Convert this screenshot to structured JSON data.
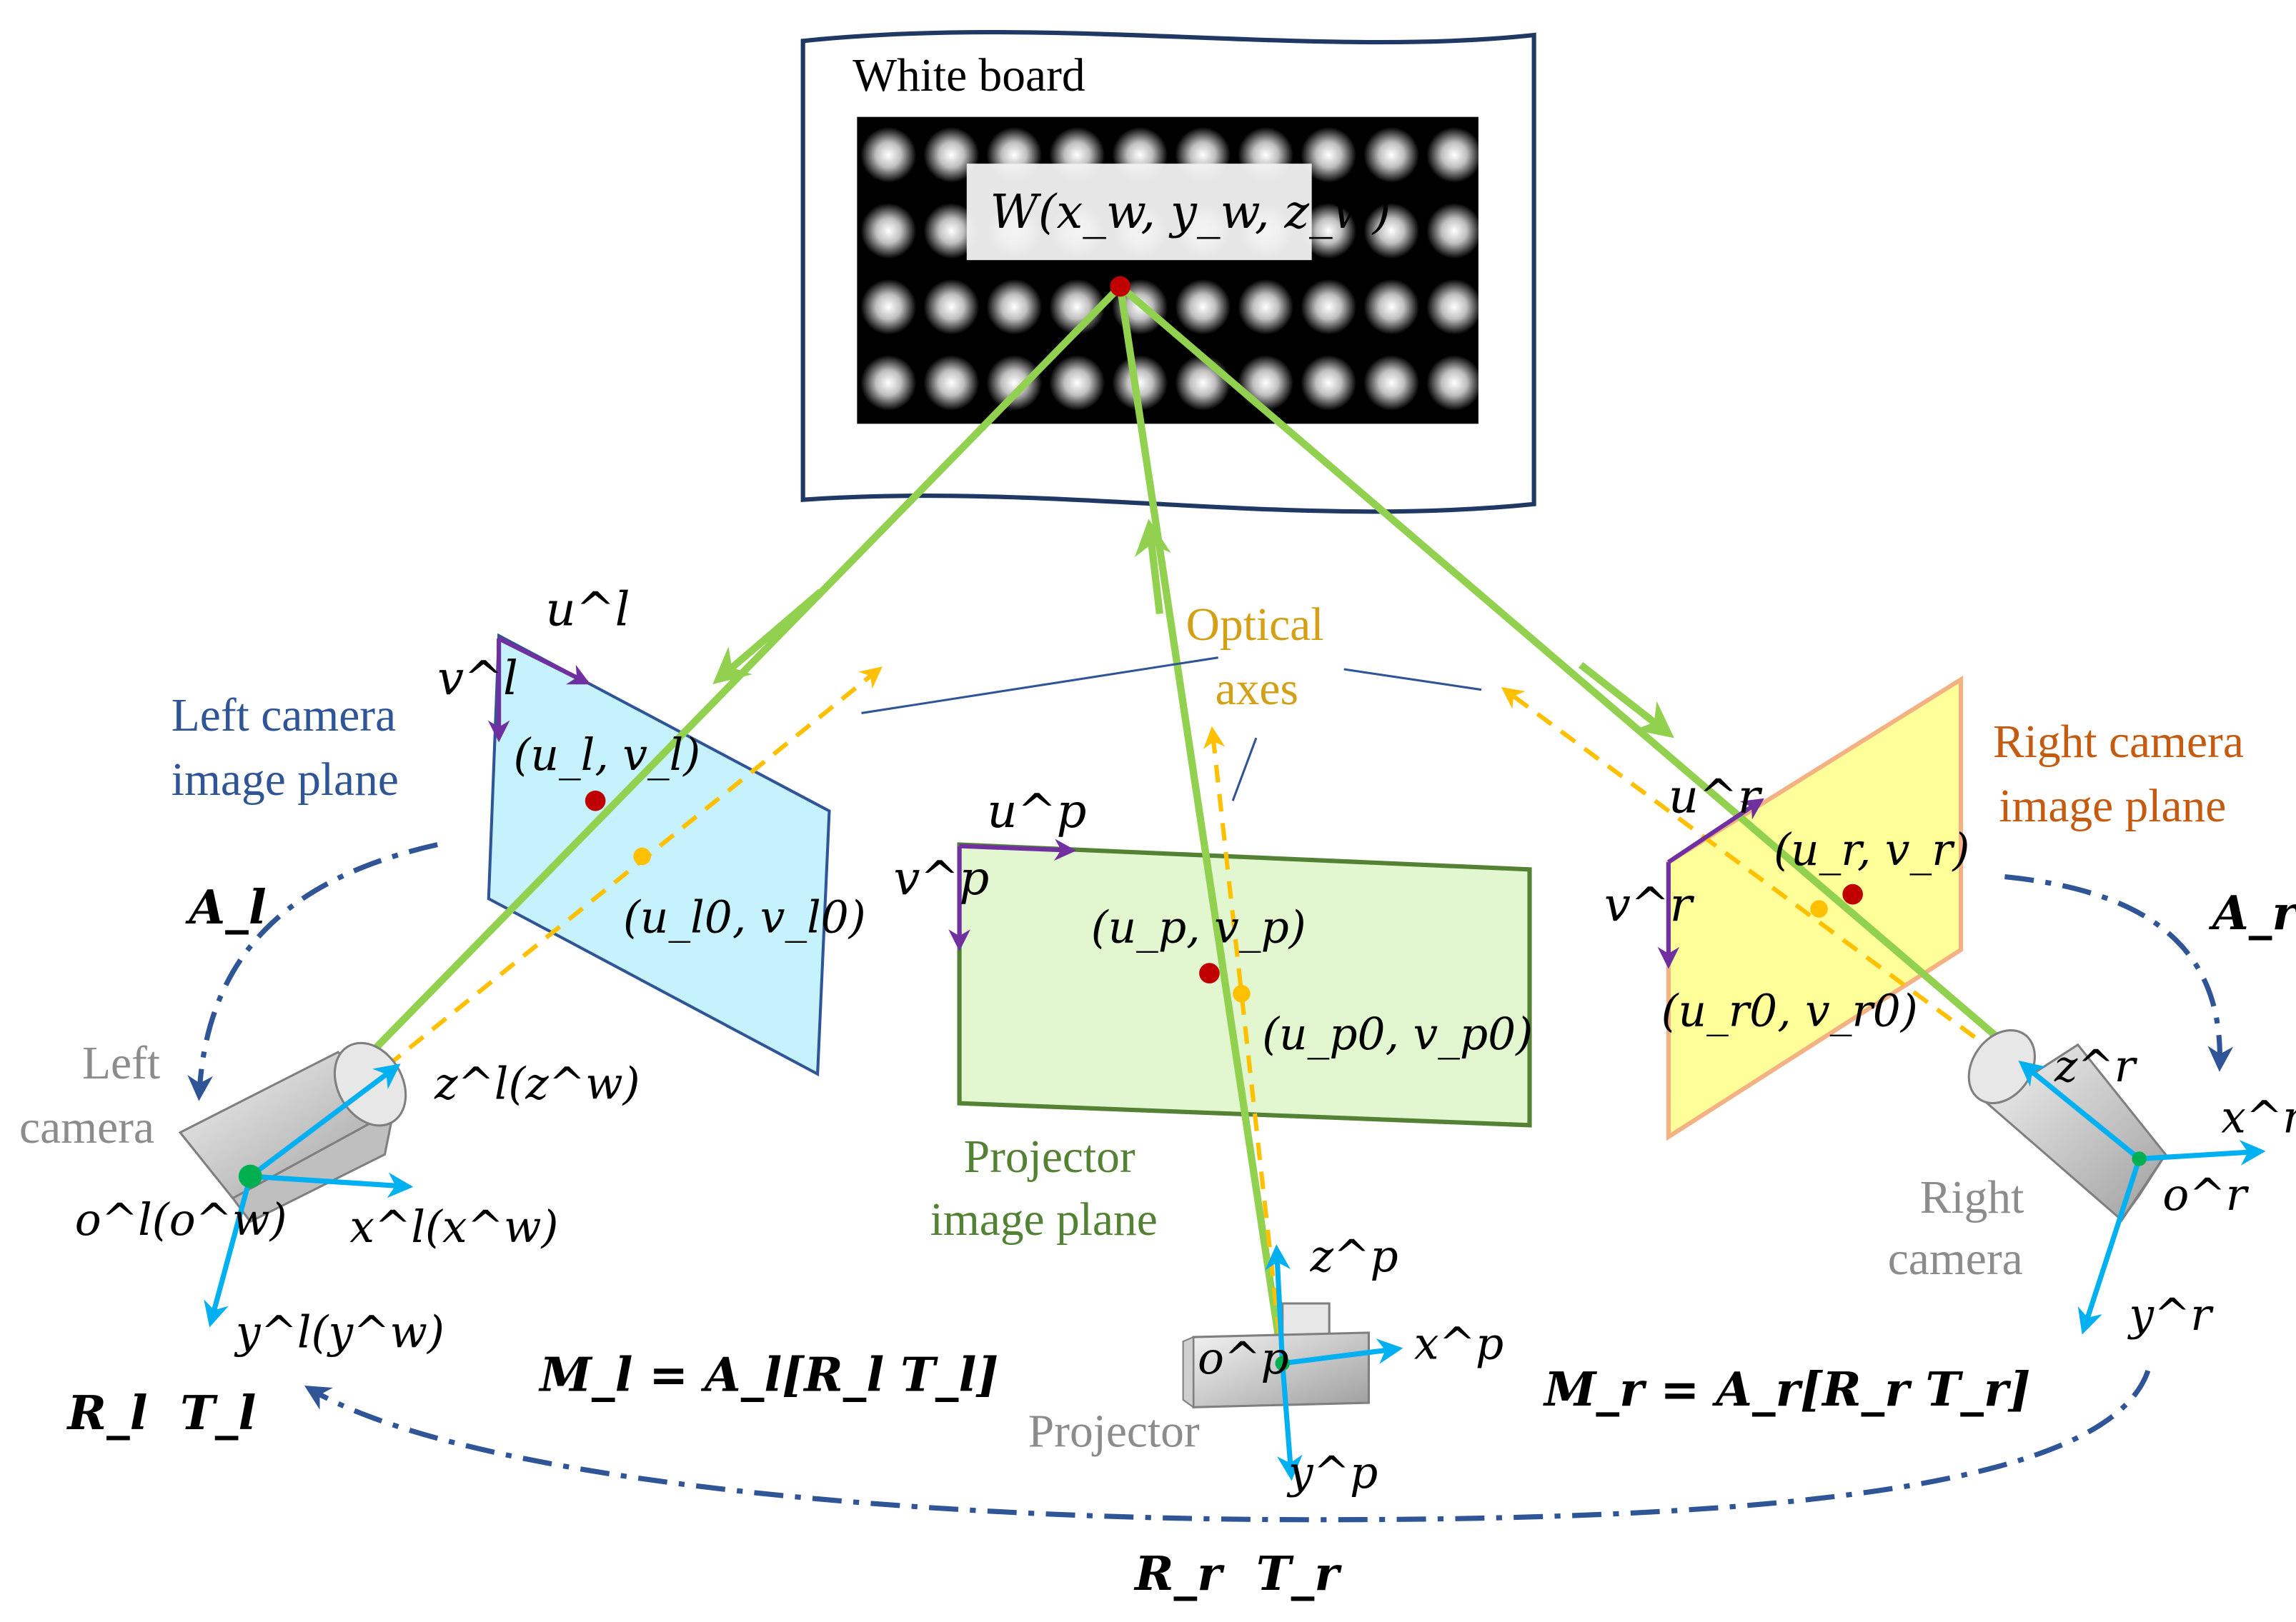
{
  "colors": {
    "ray": "#92d050",
    "optical_axis": "#ffc000",
    "coord_axis": "#00b0f0",
    "uv_axis": "#7030a0",
    "transform_arc": "#2f5597",
    "point_red": "#c00000",
    "point_yellow": "#ffc000",
    "point_green": "#00b050",
    "left_plane_fill": "#c5f2fc",
    "left_plane_stroke": "#2f5597",
    "proj_plane_fill": "#e2f7cf",
    "proj_plane_stroke": "#548235",
    "right_plane_fill": "#ffff99",
    "right_plane_stroke": "#f4b183",
    "left_label": "#2f5597",
    "proj_label": "#548235",
    "right_label": "#c55a11",
    "optical_label": "#d4a017",
    "device_label": "#8c8c8c"
  },
  "board": {
    "label": "White board",
    "point": "W(x_w, y_w, z_w)"
  },
  "optical_axes_label": [
    "Optical",
    "axes"
  ],
  "left": {
    "plane_label": [
      "Left camera",
      "image plane"
    ],
    "u_axis": "u^l",
    "v_axis": "v^l",
    "point": "(u_l, v_l)",
    "principal_point": "(u_l0, v_l0)",
    "intrinsic": "A_l",
    "device_label": [
      "Left",
      "camera"
    ],
    "origin": "o^l(o^w)",
    "x_axis": "x^l(x^w)",
    "y_axis": "y^l(y^w)",
    "z_axis": "z^l(z^w)",
    "rotation": "R_l",
    "translation": "T_l",
    "projection_eq": "M_l = A_l[R_l   T_l]"
  },
  "projector": {
    "plane_label": [
      "Projector",
      "image plane"
    ],
    "u_axis": "u^p",
    "v_axis": "v^p",
    "point": "(u_p, v_p)",
    "principal_point": "(u_p0, v_p0)",
    "device_label": "Projector",
    "origin": "o^p",
    "x_axis": "x^p",
    "y_axis": "y^p",
    "z_axis": "z^p"
  },
  "right": {
    "plane_label": [
      "Right camera",
      "image plane"
    ],
    "u_axis": "u^r",
    "v_axis": "v^r",
    "point": "(u_r, v_r)",
    "principal_point": "(u_r0, v_r0)",
    "intrinsic": "A_r",
    "device_label": [
      "Right",
      "camera"
    ],
    "origin": "o^r",
    "x_axis": "x^r",
    "y_axis": "y^r",
    "z_axis": "z^r",
    "projection_eq": "M_r = A_r[R_r   T_r]",
    "rotation": "R_r",
    "translation": "T_r"
  }
}
